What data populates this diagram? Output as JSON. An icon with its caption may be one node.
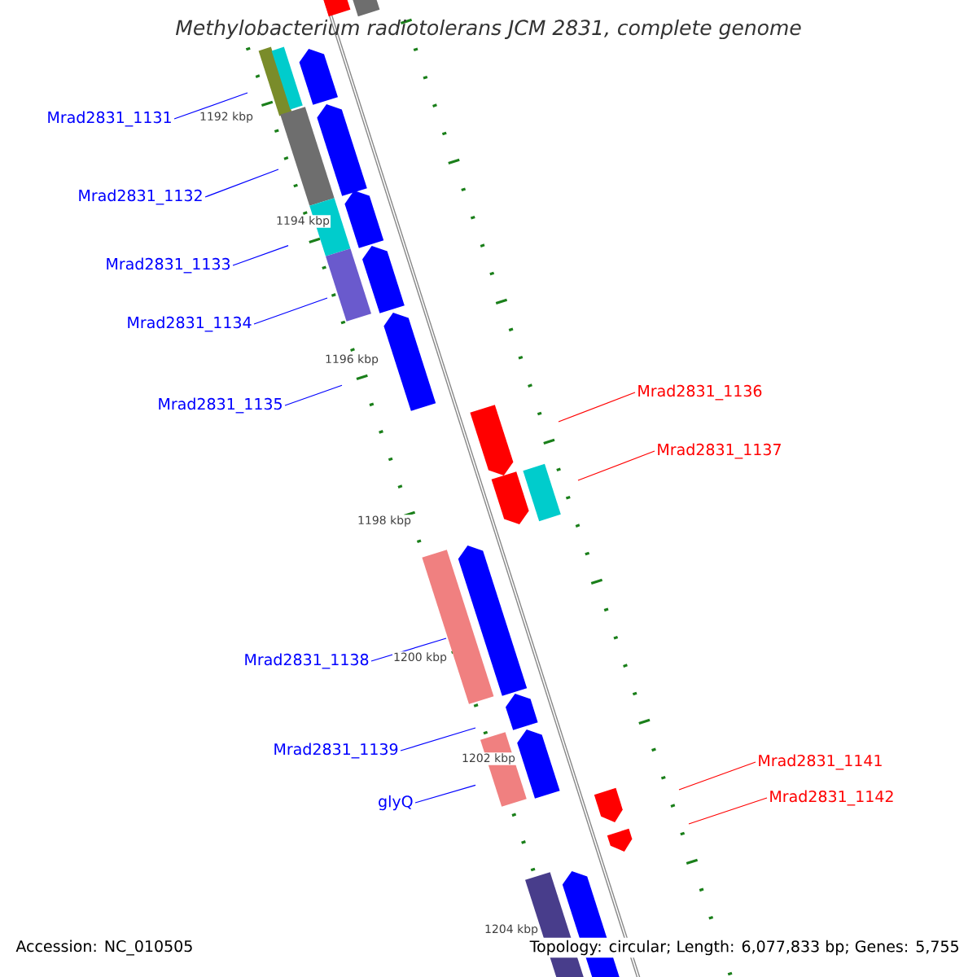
{
  "diagram": {
    "title": "Methylobacterium radiotolerans JCM 2831, complete genome",
    "nodes": [
      {
        "text": [
          "Mrad2831_1131"
        ]
      },
      {
        "text": [
          "Mrad2831_1132"
        ]
      },
      {
        "text": [
          "Mrad2831_1133"
        ]
      },
      {
        "text": [
          "Mrad2831_1134"
        ]
      },
      {
        "text": [
          "Mrad2831_1135"
        ]
      },
      {
        "text": [
          "Mrad2831_1136"
        ]
      },
      {
        "text": [
          "Mrad2831_1137"
        ]
      },
      {
        "text": [
          "Mrad2831_1138"
        ]
      },
      {
        "text": [
          "Mrad2831_1139"
        ]
      },
      {
        "text": [
          "glyQ"
        ]
      },
      {
        "text": [
          "Mrad2831_1141"
        ]
      },
      {
        "text": [
          "Mrad2831_1142"
        ]
      }
    ],
    "edges": [
      {
        "from": 0,
        "to": null,
        "arrow": "none"
      },
      {
        "from": 1,
        "to": null,
        "arrow": "none"
      },
      {
        "from": 2,
        "to": null,
        "arrow": "none"
      },
      {
        "from": 3,
        "to": null,
        "arrow": "none"
      },
      {
        "from": 4,
        "to": null,
        "arrow": "none"
      },
      {
        "from": 5,
        "to": null,
        "arrow": "none",
        "color": "#ff0000"
      },
      {
        "from": 6,
        "to": null,
        "arrow": "none",
        "color": "#ff0000"
      },
      {
        "from": 7,
        "to": null,
        "arrow": "none"
      },
      {
        "from": 8,
        "to": null,
        "arrow": "none"
      },
      {
        "from": 9,
        "to": null,
        "arrow": "none"
      },
      {
        "from": 10,
        "to": null,
        "arrow": "none",
        "color": "#ff0000"
      },
      {
        "from": 11,
        "to": null,
        "arrow": "none",
        "color": "#ff0000"
      }
    ],
    "labels": [
      "1192 kbp",
      "1194 kbp",
      "1196 kbp",
      "1198 kbp",
      "1200 kbp",
      "1202 kbp",
      "1204 kbp",
      "Accession: NC_010505",
      "Topology: circular; Length: 6,077,833 bp; Genes: 5,755"
    ]
  }
}
